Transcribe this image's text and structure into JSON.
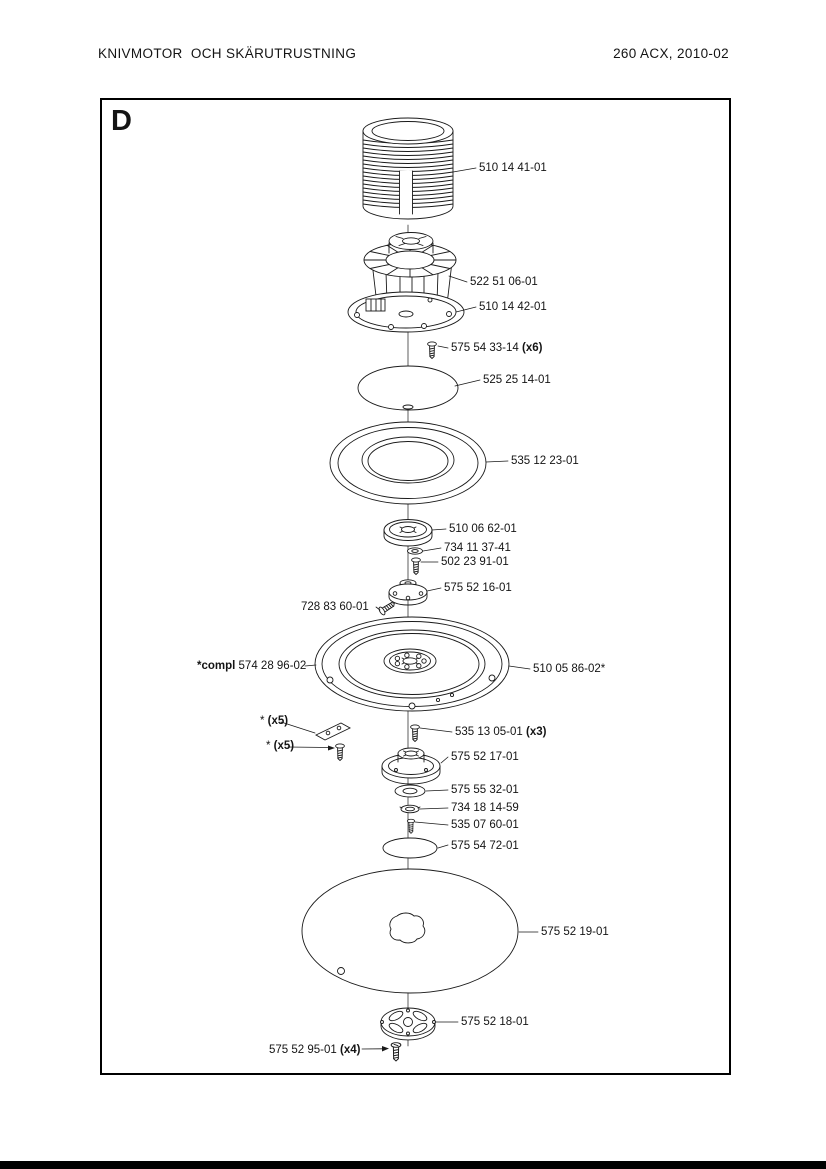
{
  "colors": {
    "ink": "#1a1a1a",
    "paper": "#ffffff"
  },
  "header": {
    "left": "KNIVMOTOR  OCH SKÄRUTRUSTNING",
    "right": "260 ACX, 2010-02"
  },
  "diagram": {
    "letter": "D",
    "labels": [
      {
        "ref": "510 14 41-01"
      },
      {
        "ref": "522 51 06-01"
      },
      {
        "ref": "510 14 42-01"
      },
      {
        "ref": "575 54 33-14 ",
        "qty": "(x6)"
      },
      {
        "ref": "525 25 14-01"
      },
      {
        "ref": "535 12 23-01"
      },
      {
        "ref": "510 06 62-01"
      },
      {
        "ref": "734 11 37-41"
      },
      {
        "ref": "502 23 91-01"
      },
      {
        "ref": "575 52 16-01"
      },
      {
        "ref": "728 83 60-01"
      },
      {
        "pre": "*compl",
        "ref": " 574 28 96-02"
      },
      {
        "ref": "510 05 86-02*"
      },
      {
        "ref": "* ",
        "qty": "(x5)"
      },
      {
        "ref": "* ",
        "qty": "(x5)"
      },
      {
        "ref": "535 13 05-01 ",
        "qty": "(x3)"
      },
      {
        "ref": "575 52 17-01"
      },
      {
        "ref": "575 55 32-01"
      },
      {
        "ref": "734 18 14-59"
      },
      {
        "ref": "535 07 60-01"
      },
      {
        "ref": "575 54 72-01"
      },
      {
        "ref": "575 52 19-01"
      },
      {
        "ref": "575 52 18-01"
      },
      {
        "ref": "575 52 95-01 ",
        "qty": "(x4)"
      }
    ]
  }
}
